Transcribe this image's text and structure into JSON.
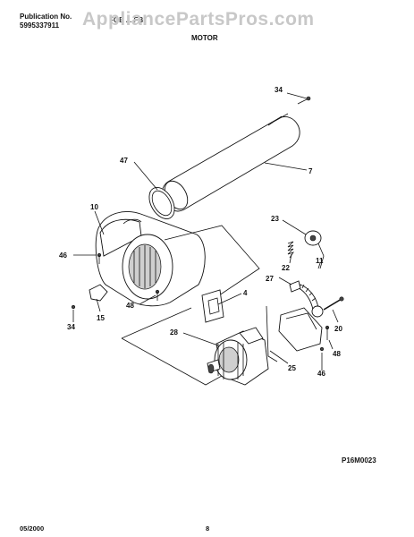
{
  "header": {
    "publication_label": "Publication No.",
    "publication_number": "5995337911",
    "model_partial": "FOE ... FB",
    "watermark": "AppliancePartsPros.com",
    "section_title": "MOTOR"
  },
  "callouts": {
    "c34_top": "34",
    "c7": "7",
    "c47": "47",
    "c10": "10",
    "c23": "23",
    "c46_left": "46",
    "c22": "22",
    "c11": "11",
    "c4": "4",
    "c27": "27",
    "c48_left": "48",
    "c34_bottom": "34",
    "c15": "15",
    "c20": "20",
    "c28": "28",
    "c48_right": "48",
    "c25": "25",
    "c46_right": "46"
  },
  "footer": {
    "date": "05/2000",
    "page": "8",
    "diagram_code": "P16M0023"
  },
  "colors": {
    "watermark": "#c8c8c8",
    "ink": "#111111"
  }
}
